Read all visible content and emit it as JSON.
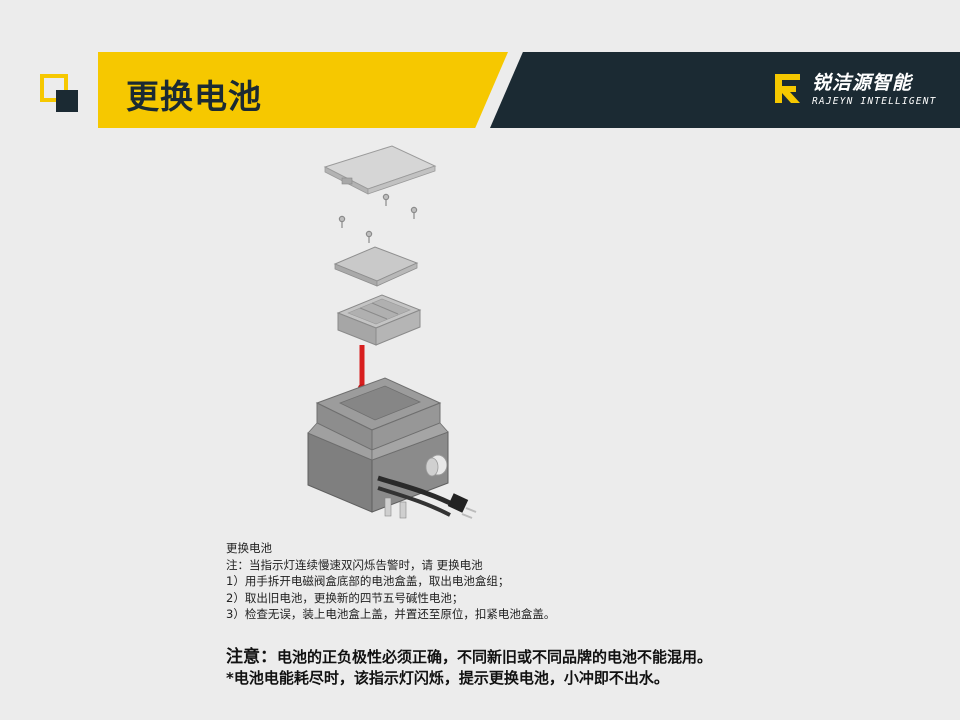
{
  "header": {
    "title": "更换电池",
    "brand_cn": "锐洁源智能",
    "brand_en": "RAJEYN INTELLIGENT",
    "logo_icon": "rajeyn-r-logo-icon",
    "colors": {
      "accent": "#f6c800",
      "dark": "#1b2a33",
      "background": "#ececec"
    }
  },
  "illustration": {
    "icon": "battery-box-exploded-view-icon"
  },
  "notes": {
    "heading": "更换电池",
    "line1": "注：当指示灯连续慢速双闪烁告警时，请 更换电池",
    "line2": "1）用手拆开电磁阀盒底部的电池盒盖，取出电池盒组；",
    "line3": "2）取出旧电池，更换新的四节五号碱性电池；",
    "line4": "3）检查无误，装上电池盒上盖，并置还至原位，扣紧电池盒盖。"
  },
  "warning": {
    "prefix": "注意：",
    "line1_rest": "电池的正负极性必须正确，不同新旧或不同品牌的电池不能混用。",
    "line2": "*电池电能耗尽时，该指示灯闪烁，提示更换电池，小冲即不出水。"
  }
}
